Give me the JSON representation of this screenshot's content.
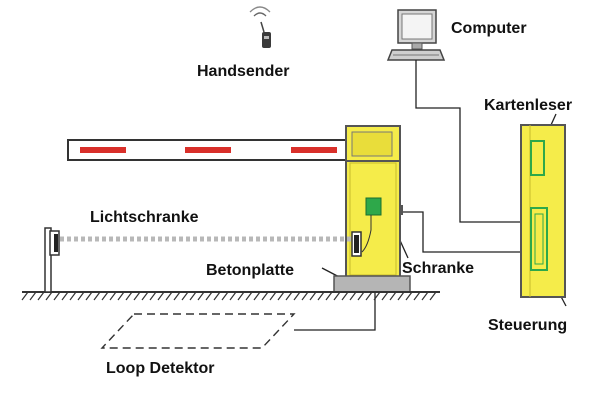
{
  "labels": {
    "handsender": "Handsender",
    "computer": "Computer",
    "kartenleser": "Kartenleser",
    "lichtschranke": "Lichtschranke",
    "betonplatte": "Betonplatte",
    "schranke": "Schranke",
    "steuerung": "Steuerung",
    "loop_detektor": "Loop Detektor"
  },
  "colors": {
    "housing_yellow": "#f5ec4a",
    "boom_stripe_red": "#d9302a",
    "control_green": "#2ea84a",
    "housing_outline": "#555555",
    "cable": "#222222",
    "light_beam": "#b8b8b8",
    "concrete": "#b5b5b5"
  },
  "icons": [
    "remote-control-icon",
    "computer-monitor-icon"
  ]
}
